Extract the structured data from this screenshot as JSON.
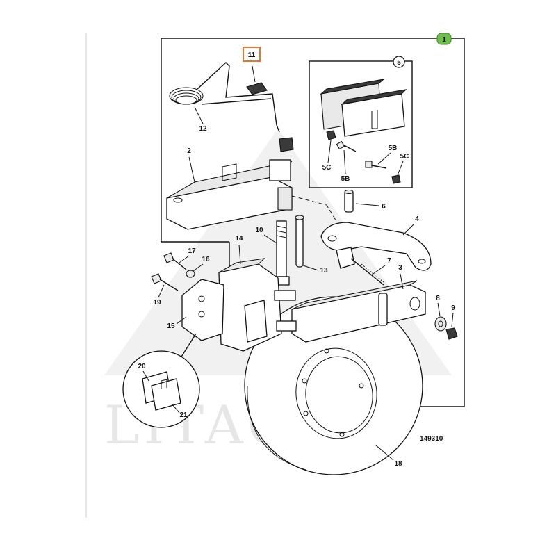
{
  "diagram": {
    "watermark": "LITAGRA",
    "reference_number": "149310",
    "sheet_marker": "1",
    "highlighted_part": "11",
    "colors": {
      "highlight": "#e8762c",
      "sheet_marker": "#6fbf4a",
      "line": "#111111"
    },
    "callouts": {
      "p2": "2",
      "p3": "3",
      "p4": "4",
      "p5": "5",
      "p5b_1": "5B",
      "p5b_2": "5B",
      "p5c_1": "5C",
      "p5c_2": "5C",
      "p6": "6",
      "p7": "7",
      "p8": "8",
      "p9": "9",
      "p10": "10",
      "p11": "11",
      "p12": "12",
      "p13": "13",
      "p14": "14",
      "p15": "15",
      "p16": "16",
      "p17": "17",
      "p18": "18",
      "p19": "19",
      "p20": "20",
      "p21": "21"
    }
  }
}
